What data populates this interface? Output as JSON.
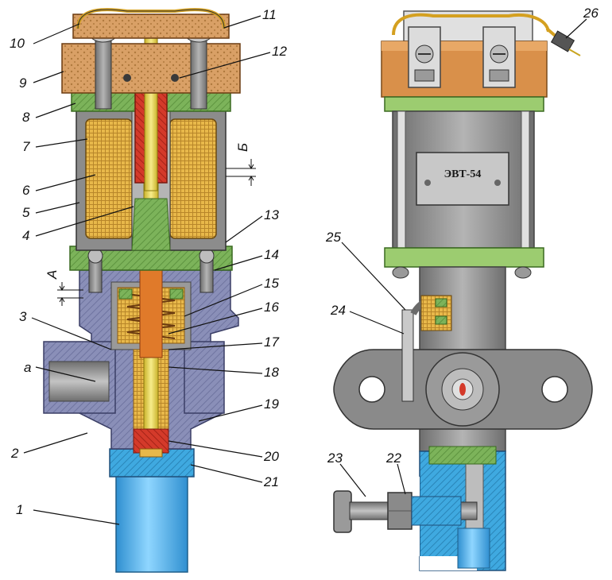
{
  "diagram": {
    "nameplate": "ЭВТ-54",
    "callouts": [
      {
        "id": "c1",
        "text": "1"
      },
      {
        "id": "c2",
        "text": "2"
      },
      {
        "id": "c3",
        "text": "3"
      },
      {
        "id": "c4",
        "text": "4"
      },
      {
        "id": "c5",
        "text": "5"
      },
      {
        "id": "c6",
        "text": "6"
      },
      {
        "id": "c7",
        "text": "7"
      },
      {
        "id": "c8",
        "text": "8"
      },
      {
        "id": "c9",
        "text": "9"
      },
      {
        "id": "c10",
        "text": "10"
      },
      {
        "id": "c11",
        "text": "11"
      },
      {
        "id": "c12",
        "text": "12"
      },
      {
        "id": "c13",
        "text": "13"
      },
      {
        "id": "c14",
        "text": "14"
      },
      {
        "id": "c15",
        "text": "15"
      },
      {
        "id": "c16",
        "text": "16"
      },
      {
        "id": "c17",
        "text": "17"
      },
      {
        "id": "c18",
        "text": "18"
      },
      {
        "id": "c19",
        "text": "19"
      },
      {
        "id": "c20",
        "text": "20"
      },
      {
        "id": "c21",
        "text": "21"
      },
      {
        "id": "c22",
        "text": "22"
      },
      {
        "id": "c23",
        "text": "23"
      },
      {
        "id": "c24",
        "text": "24"
      },
      {
        "id": "c25",
        "text": "25"
      },
      {
        "id": "c26",
        "text": "26"
      },
      {
        "id": "ca",
        "text": "a"
      },
      {
        "id": "cA",
        "text": "А"
      },
      {
        "id": "cB",
        "text": "Б"
      }
    ],
    "colors": {
      "body": "#8a8fb8",
      "coil": "#e8b84a",
      "core": "#d43a2a",
      "green": "#7cb35a",
      "cap": "#d9a066",
      "pipe": "#3fa9e0",
      "steel": "#8c8c8c",
      "rod": "#e6d24a"
    }
  }
}
